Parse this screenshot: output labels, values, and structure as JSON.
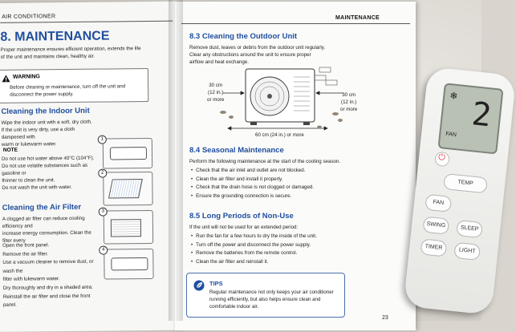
{
  "left_page": {
    "header": "AIR CONDITIONER",
    "title": "8. MAINTENANCE",
    "intro": [
      "Proper maintenance ensures efficient operation, extends the life",
      "of the unit and maintains clean, healthy air."
    ],
    "warning_title": "WARNING",
    "warning_text": [
      "Before cleaning or maintenance, turn off the unit and",
      "disconnect the power supply."
    ],
    "indoor_title": "Cleaning the Indoor Unit",
    "indoor_text": [
      "Wipe the indoor unit with a soft, dry cloth.",
      "If the unit is very dirty, use a cloth dampened with",
      "warm or lukewarm water."
    ],
    "note_title": "NOTE",
    "note_text": [
      "Do not use hot water above 40°C (104°F).",
      "Do not use volatile substances such as gasoline or",
      "thinner to clean the unit.",
      "Do not wash the unit with water."
    ],
    "filter_title": "Cleaning the Air Filter",
    "filter_text": [
      "A clogged air filter can reduce cooling efficiency and",
      "increase energy consumption. Clean the filter every"
    ],
    "filter_steps": [
      "Open the front panel.",
      "Remove the air filter.",
      "Use a vacuum cleaner to remove dust, or wash the",
      "filter with lukewarm water.",
      "Dry thoroughly and dry in a shaded area.",
      "Reinstall the air filter and close the front panel."
    ],
    "step_numbers": [
      "1",
      "2",
      "3",
      "4"
    ]
  },
  "right_page": {
    "header": "MAINTENANCE",
    "outdoor_title": "8.3 Cleaning the Outdoor Unit",
    "outdoor_text": [
      "Remove dust, leaves or debris from the outdoor unit regularly.",
      "Clear any obstructions around the unit to ensure proper",
      "airflow and heat exchange."
    ],
    "clearance_left": [
      "30 cm",
      "(12 in.)",
      "or more"
    ],
    "clearance_right": [
      "30 cm",
      "(12 in.)",
      "or more"
    ],
    "clearance_bottom": "60 cm (24 in.) or more",
    "seasonal_title": "8.4 Seasonal Maintenance",
    "seasonal_intro": "Perform the following maintenance at the start of the cooling season.",
    "seasonal_items": [
      "Check that the air inlet and outlet are not blocked.",
      "Clean the air filter and install it properly.",
      "Check that the drain hose is not clogged or damaged.",
      "Ensure the grounding connection is secure."
    ],
    "nonuse_title": "8.5 Long Periods of Non-Use",
    "nonuse_intro": "If the unit will not be used for an extended period:",
    "nonuse_items": [
      "Run the fan for a few hours to dry the inside of the unit.",
      "Turn off the power and disconnect the power supply.",
      "Remove the batteries from the remote control.",
      "Clean the air filter and reinstall it."
    ],
    "tips_title": "TIPS",
    "tips_text": [
      "Regular maintenance not only keeps your air conditioner",
      "running efficiently, but also helps ensure clean and",
      "comfortable indoor air."
    ],
    "page_number": "23"
  },
  "remote": {
    "display_digit": "2",
    "display_label": "FAN",
    "buttons": [
      "TEMP",
      "FAN",
      "SWING",
      "SLEEP",
      "TIMER",
      "LIGHT"
    ]
  },
  "colors": {
    "accent": "#1f4e9e",
    "page": "#fbfbfa",
    "power_button": "#d9534f"
  }
}
